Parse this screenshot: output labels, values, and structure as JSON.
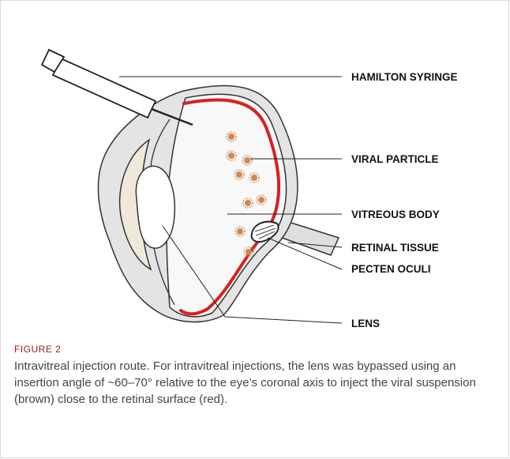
{
  "diagram": {
    "labels": {
      "syringe": "HAMILTON SYRINGE",
      "viral_particle": "VIRAL PARTICLE",
      "vitreous_body": "VITREOUS BODY",
      "retinal_tissue": "RETINAL TISSUE",
      "pecten_oculi": "PECTEN OCULI",
      "lens": "LENS"
    },
    "colors": {
      "retina": "#d92020",
      "viral_particle": "#c88a5a",
      "vitreous": "#f8f8f8",
      "sclera": "#e4e4e4",
      "cornea_fill": "#efe9d9"
    }
  },
  "figure": {
    "label": "FIGURE 2",
    "caption": "Intravitreal injection route. For intravitreal injections, the lens was bypassed using an insertion angle of ~60–70° relative to the eye’s coronal axis to inject the viral suspension (brown) close to the retinal surface (red)."
  }
}
